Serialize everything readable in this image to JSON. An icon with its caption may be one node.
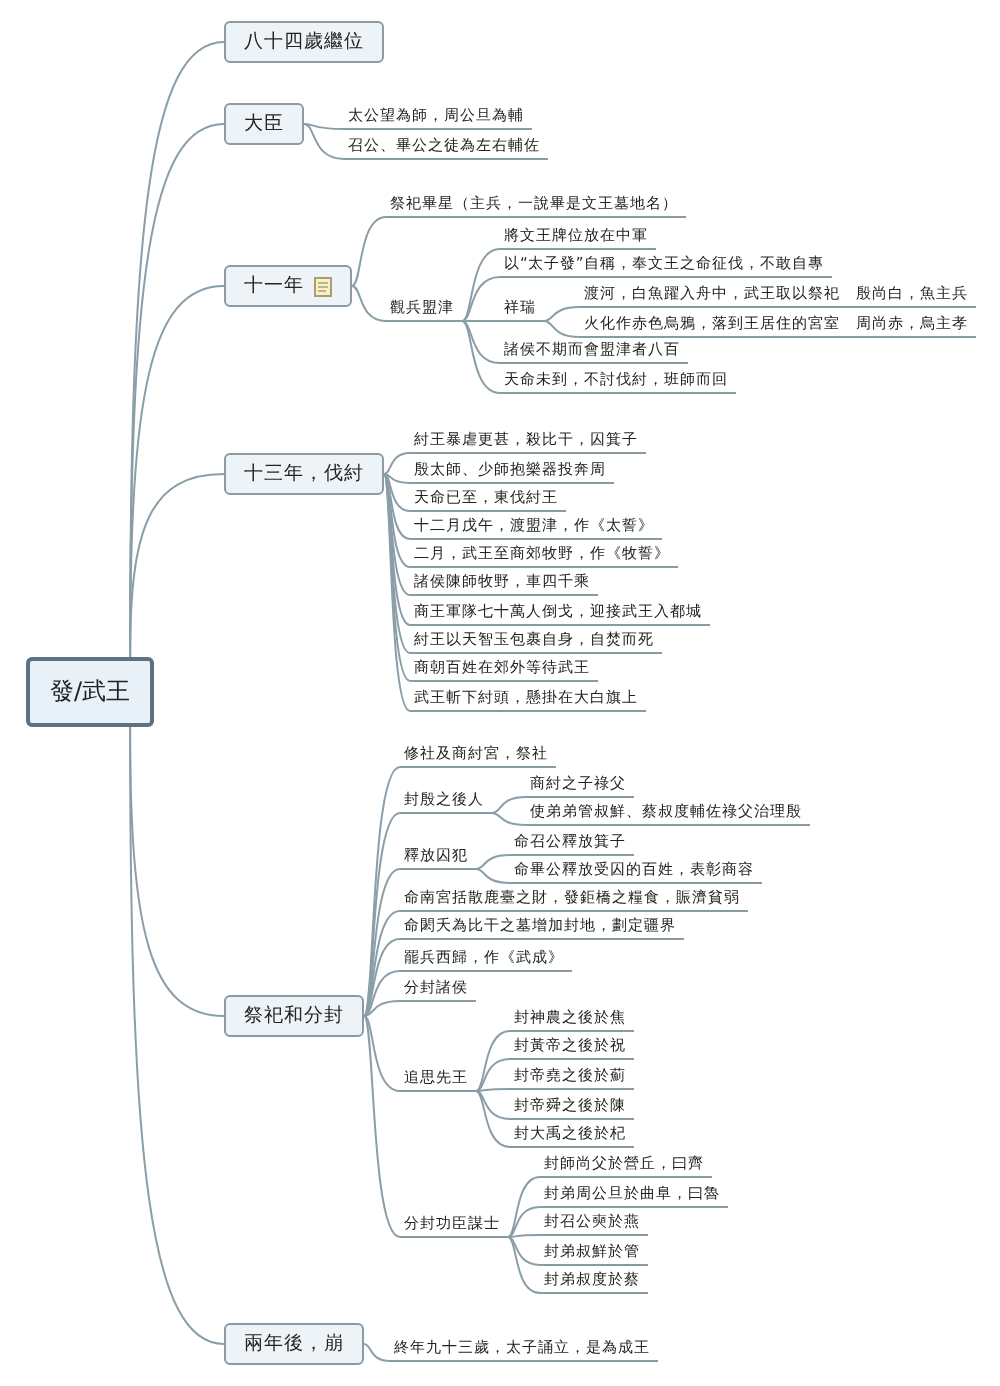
{
  "diagram": {
    "nodes": [
      {
        "text": [
          "發/武王"
        ]
      },
      {
        "text": [
          "八十四歲繼位"
        ]
      },
      {
        "text": [
          "大臣"
        ]
      },
      {
        "text": [
          "太公望為師，周公旦為輔"
        ]
      },
      {
        "text": [
          "召公、畢公之徒為左右輔佐"
        ]
      },
      {
        "text": [
          "十一年"
        ]
      },
      {
        "text": [
          "祭祀畢星（主兵，一說畢是文王墓地名）"
        ]
      },
      {
        "text": [
          "觀兵盟津"
        ]
      },
      {
        "text": [
          "將文王牌位放在中軍"
        ]
      },
      {
        "text": [
          "以“太子發”自稱，奉文王之命征伐，不敢自專"
        ]
      },
      {
        "text": [
          "祥瑞"
        ]
      },
      {
        "text": [
          "渡河，白魚躍入舟中，武王取以祭祀",
          "殷尚白，魚主兵"
        ]
      },
      {
        "text": [
          "火化作赤色烏鴉，落到王居住的宮室",
          "周尚赤，烏主孝"
        ]
      },
      {
        "text": [
          "諸侯不期而會盟津者八百"
        ]
      },
      {
        "text": [
          "天命未到，不討伐紂，班師而回"
        ]
      },
      {
        "text": [
          "十三年，伐紂"
        ]
      },
      {
        "text": [
          "紂王暴虐更甚，殺比干，囚箕子"
        ]
      },
      {
        "text": [
          "殷太師、少師抱樂器投奔周"
        ]
      },
      {
        "text": [
          "天命已至，東伐紂王"
        ]
      },
      {
        "text": [
          "十二月戊午，渡盟津，作《太誓》"
        ]
      },
      {
        "text": [
          "二月，武王至商郊牧野，作《牧誓》"
        ]
      },
      {
        "text": [
          "諸侯陳師牧野，車四千乘"
        ]
      },
      {
        "text": [
          "商王軍隊七十萬人倒戈，迎接武王入都城"
        ]
      },
      {
        "text": [
          "紂王以天智玉包裹自身，自焚而死"
        ]
      },
      {
        "text": [
          "商朝百姓在郊外等待武王"
        ]
      },
      {
        "text": [
          "武王斬下紂頭，懸掛在大白旗上"
        ]
      },
      {
        "text": [
          "祭祀和分封"
        ]
      },
      {
        "text": [
          "修社及商紂宮，祭社"
        ]
      },
      {
        "text": [
          "封殷之後人"
        ]
      },
      {
        "text": [
          "商紂之子祿父"
        ]
      },
      {
        "text": [
          "使弟弟管叔鮮、蔡叔度輔佐祿父治理殷"
        ]
      },
      {
        "text": [
          "釋放囚犯"
        ]
      },
      {
        "text": [
          "命召公釋放箕子"
        ]
      },
      {
        "text": [
          "命畢公釋放受囚的百姓，表彰商容"
        ]
      },
      {
        "text": [
          "命南宮括散鹿臺之財，發鉅橋之糧食，賑濟貧弱"
        ]
      },
      {
        "text": [
          "命閎夭為比干之墓增加封地，劃定疆界"
        ]
      },
      {
        "text": [
          "罷兵西歸，作《武成》"
        ]
      },
      {
        "text": [
          "分封諸侯"
        ]
      },
      {
        "text": [
          "追思先王"
        ]
      },
      {
        "text": [
          "封神農之後於焦"
        ]
      },
      {
        "text": [
          "封黃帝之後於祝"
        ]
      },
      {
        "text": [
          "封帝堯之後於薊"
        ]
      },
      {
        "text": [
          "封帝舜之後於陳"
        ]
      },
      {
        "text": [
          "封大禹之後於杞"
        ]
      },
      {
        "text": [
          "分封功臣謀士"
        ]
      },
      {
        "text": [
          "封師尚父於營丘，曰齊"
        ]
      },
      {
        "text": [
          "封弟周公旦於曲阜，曰魯"
        ]
      },
      {
        "text": [
          "封召公奭於燕"
        ]
      },
      {
        "text": [
          "封弟叔鮮於管"
        ]
      },
      {
        "text": [
          "封弟叔度於蔡"
        ]
      },
      {
        "text": [
          "兩年後，崩"
        ]
      },
      {
        "text": [
          "終年九十三歲，太子誦立，是為成王"
        ]
      }
    ],
    "edges": [
      {
        "from": 0,
        "to": 1,
        "arrow": "none"
      },
      {
        "from": 0,
        "to": 2,
        "arrow": "none"
      },
      {
        "from": 2,
        "to": 3,
        "arrow": "none"
      },
      {
        "from": 2,
        "to": 4,
        "arrow": "none"
      },
      {
        "from": 0,
        "to": 5,
        "arrow": "none"
      },
      {
        "from": 5,
        "to": 6,
        "arrow": "none"
      },
      {
        "from": 5,
        "to": 7,
        "arrow": "none"
      },
      {
        "from": 7,
        "to": 8,
        "arrow": "none"
      },
      {
        "from": 7,
        "to": 9,
        "arrow": "none"
      },
      {
        "from": 7,
        "to": 10,
        "arrow": "none"
      },
      {
        "from": 10,
        "to": 11,
        "arrow": "none"
      },
      {
        "from": 10,
        "to": 12,
        "arrow": "none"
      },
      {
        "from": 7,
        "to": 13,
        "arrow": "none"
      },
      {
        "from": 7,
        "to": 14,
        "arrow": "none"
      },
      {
        "from": 0,
        "to": 15,
        "arrow": "none"
      },
      {
        "from": 15,
        "to": 16,
        "arrow": "none"
      },
      {
        "from": 15,
        "to": 17,
        "arrow": "none"
      },
      {
        "from": 15,
        "to": 18,
        "arrow": "none"
      },
      {
        "from": 15,
        "to": 19,
        "arrow": "none"
      },
      {
        "from": 15,
        "to": 20,
        "arrow": "none"
      },
      {
        "from": 15,
        "to": 21,
        "arrow": "none"
      },
      {
        "from": 15,
        "to": 22,
        "arrow": "none"
      },
      {
        "from": 15,
        "to": 23,
        "arrow": "none"
      },
      {
        "from": 15,
        "to": 24,
        "arrow": "none"
      },
      {
        "from": 15,
        "to": 25,
        "arrow": "none"
      },
      {
        "from": 0,
        "to": 26,
        "arrow": "none"
      },
      {
        "from": 26,
        "to": 27,
        "arrow": "none"
      },
      {
        "from": 26,
        "to": 28,
        "arrow": "none"
      },
      {
        "from": 28,
        "to": 29,
        "arrow": "none"
      },
      {
        "from": 28,
        "to": 30,
        "arrow": "none"
      },
      {
        "from": 26,
        "to": 31,
        "arrow": "none"
      },
      {
        "from": 31,
        "to": 32,
        "arrow": "none"
      },
      {
        "from": 31,
        "to": 33,
        "arrow": "none"
      },
      {
        "from": 26,
        "to": 34,
        "arrow": "none"
      },
      {
        "from": 26,
        "to": 35,
        "arrow": "none"
      },
      {
        "from": 26,
        "to": 36,
        "arrow": "none"
      },
      {
        "from": 26,
        "to": 37,
        "arrow": "none"
      },
      {
        "from": 26,
        "to": 38,
        "arrow": "none"
      },
      {
        "from": 38,
        "to": 39,
        "arrow": "none"
      },
      {
        "from": 38,
        "to": 40,
        "arrow": "none"
      },
      {
        "from": 38,
        "to": 41,
        "arrow": "none"
      },
      {
        "from": 38,
        "to": 42,
        "arrow": "none"
      },
      {
        "from": 38,
        "to": 43,
        "arrow": "none"
      },
      {
        "from": 26,
        "to": 44,
        "arrow": "none"
      },
      {
        "from": 44,
        "to": 45,
        "arrow": "none"
      },
      {
        "from": 44,
        "to": 46,
        "arrow": "none"
      },
      {
        "from": 44,
        "to": 47,
        "arrow": "none"
      },
      {
        "from": 44,
        "to": 48,
        "arrow": "none"
      },
      {
        "from": 44,
        "to": 49,
        "arrow": "none"
      },
      {
        "from": 0,
        "to": 50,
        "arrow": "none"
      },
      {
        "from": 50,
        "to": 51,
        "arrow": "none"
      }
    ]
  }
}
